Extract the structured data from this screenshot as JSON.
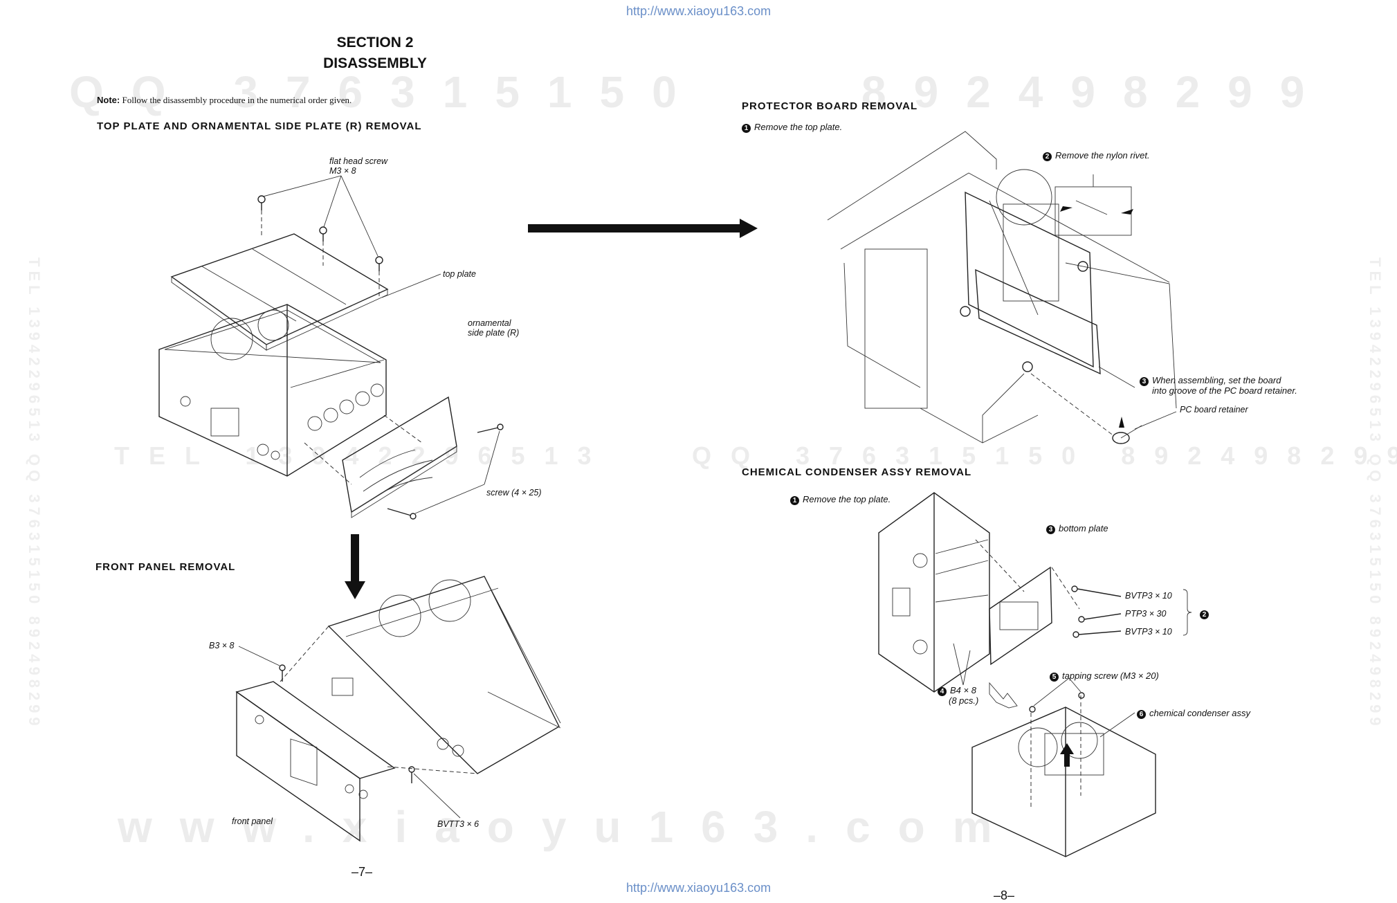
{
  "url": "http://www.xiaoyu163.com",
  "watermarks": {
    "qq_left": "QQ 376315150",
    "qq_right": "892498299",
    "tel_left": "TEL 13942296513",
    "qq_mid_right": "QQ 376315150 892498299",
    "bottom": "www.xiaoyu163.com",
    "side_left": "TEL 13942296513 QQ 376315150 892498299",
    "side_right": "TEL 13942296513 QQ 376315150 892498299"
  },
  "left_page": {
    "section": "SECTION 2",
    "title": "DISASSEMBLY",
    "note_label": "Note:",
    "note_text": "Follow the disassembly procedure in the numerical order given.",
    "top_plate": {
      "heading": "TOP PLATE AND ORNAMENTAL SIDE PLATE (R) REMOVAL",
      "label_flat_screw_1": "flat head screw",
      "label_flat_screw_2": "M3 × 8",
      "label_top_plate": "top plate",
      "label_ornamental_1": "ornamental",
      "label_ornamental_2": "side plate (R)",
      "label_screw": "screw (4 × 25)"
    },
    "front_panel": {
      "heading": "FRONT PANEL REMOVAL",
      "label_b3": "B3 × 8",
      "label_front_panel": "front panel",
      "label_bvtt": "BVTT3 × 6"
    },
    "page_number": "–7–"
  },
  "right_page": {
    "protector": {
      "heading": "PROTECTOR BOARD REMOVAL",
      "step1_num": "1",
      "step1": "Remove the top plate.",
      "step2_num": "2",
      "step2": "Remove the nylon rivet.",
      "step3_num": "3",
      "step3_a": "When assembling, set the board",
      "step3_b": "into groove of the PC board retainer.",
      "label_retainer": "PC board retainer"
    },
    "chemical": {
      "heading": "CHEMICAL CONDENSER ASSY REMOVAL",
      "step1_num": "1",
      "step1": "Remove the top plate.",
      "step3_num": "3",
      "step3": "bottom plate",
      "screw_a": "BVTP3 × 10",
      "screw_b": "PTP3 × 30",
      "screw_c": "BVTP3 × 10",
      "step2_num": "2",
      "step4_num": "4",
      "step4_a": "B4 × 8",
      "step4_b": "(8 pcs.)",
      "step5_num": "5",
      "step5": "tapping screw (M3 × 20)",
      "step6_num": "6",
      "step6": "chemical condenser assy"
    },
    "page_number": "–8–"
  }
}
